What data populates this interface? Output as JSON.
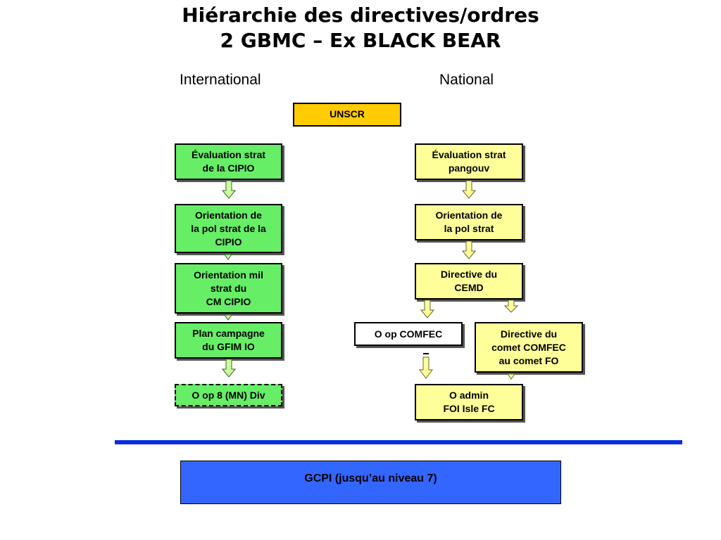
{
  "title": {
    "line1": "Hiérarchie des directives/ordres",
    "line2": "2 GBMC – Ex BLACK BEAR"
  },
  "columns": {
    "international": "International",
    "national": "National"
  },
  "boxes": {
    "unscr": "UNSCR",
    "intl_eval": "Évaluation strat\nde la CIPIO",
    "intl_orient_pol": "Orientation de\nla pol strat de la\nCIPIO",
    "intl_orient_mil": "Orientation mil\nstrat du\nCM CIPIO",
    "intl_plan": "Plan campagne\ndu GFIM IO",
    "intl_oop": "O op 8 (MN) Div",
    "nat_eval": "Évaluation strat\npangouv",
    "nat_orient": "Orientation de\nla pol strat",
    "nat_directive_cemd": "Directive du\nCEMD",
    "nat_oop_comfec": "O op COMFEC",
    "nat_directive_comet": "Directive du\ncomet COMFEC\nau comet FO",
    "nat_oadmin": "O admin\nFOI Isle FC"
  },
  "footer": {
    "gcpi": "GCPI (jusqu’au niveau 7)"
  },
  "colors": {
    "green": "#66ee66",
    "yellow": "#ffff99",
    "orange": "#ffcc00",
    "blue_line": "#0a2ee0",
    "blue_box": "#3366ff"
  }
}
